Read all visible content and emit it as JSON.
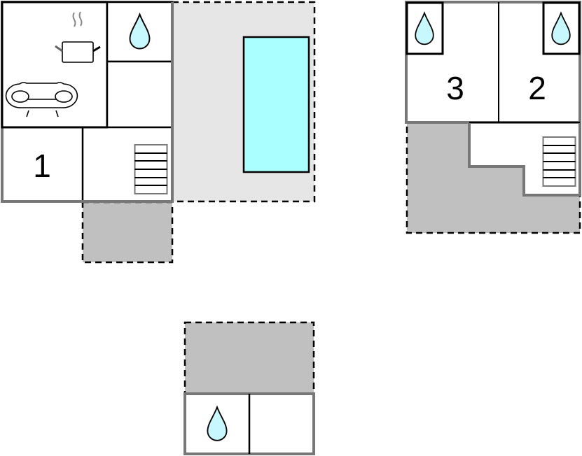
{
  "plan": {
    "rooms": [
      {
        "id": "bedroom-1",
        "label": "1"
      },
      {
        "id": "bedroom-2",
        "label": "2"
      },
      {
        "id": "bedroom-3",
        "label": "3"
      }
    ],
    "colors": {
      "wall": "#000000",
      "outer_wall": "#777777",
      "pool": "#aaffff",
      "pool_terrace": "#e6e6e6",
      "terrace": "#c0c0c0",
      "water_drop": "#c8f8ff"
    },
    "icons": [
      "kitchen-pot-icon",
      "sofa-icon",
      "water-drop-icon",
      "stairs-icon",
      "pool"
    ]
  }
}
